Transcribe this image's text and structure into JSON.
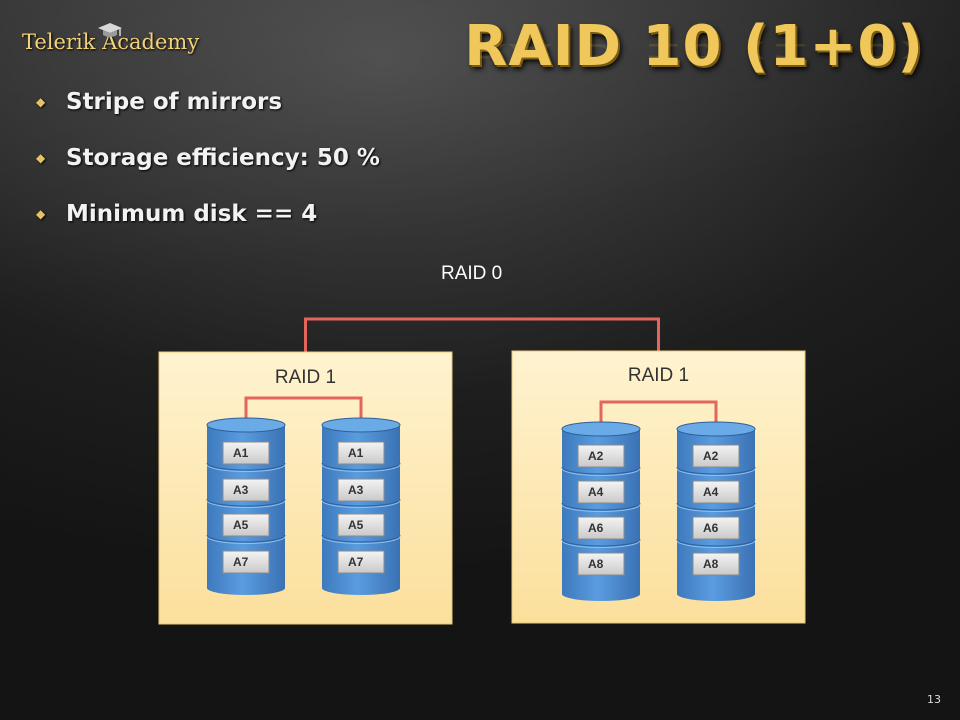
{
  "header": {
    "logo_text": "Telerik Academy",
    "title": "RAID 10 (1+0)"
  },
  "bullets": [
    "Stripe of mirrors",
    "Storage efficiency: 50 %",
    "Minimum disk == 4"
  ],
  "diagram": {
    "top_label": "RAID 0",
    "groups": [
      {
        "label": "RAID 1",
        "disks": [
          [
            "A1",
            "A3",
            "A5",
            "A7"
          ],
          [
            "A1",
            "A3",
            "A5",
            "A7"
          ]
        ]
      },
      {
        "label": "RAID 1",
        "disks": [
          [
            "A2",
            "A4",
            "A6",
            "A8"
          ],
          [
            "A2",
            "A4",
            "A6",
            "A8"
          ]
        ]
      }
    ]
  },
  "footer": {
    "page_number": "13"
  },
  "colors": {
    "title": "#f0c75a",
    "connector": "#e2665e",
    "disk": "#4f8fd3",
    "panel": "#fde6ae"
  }
}
